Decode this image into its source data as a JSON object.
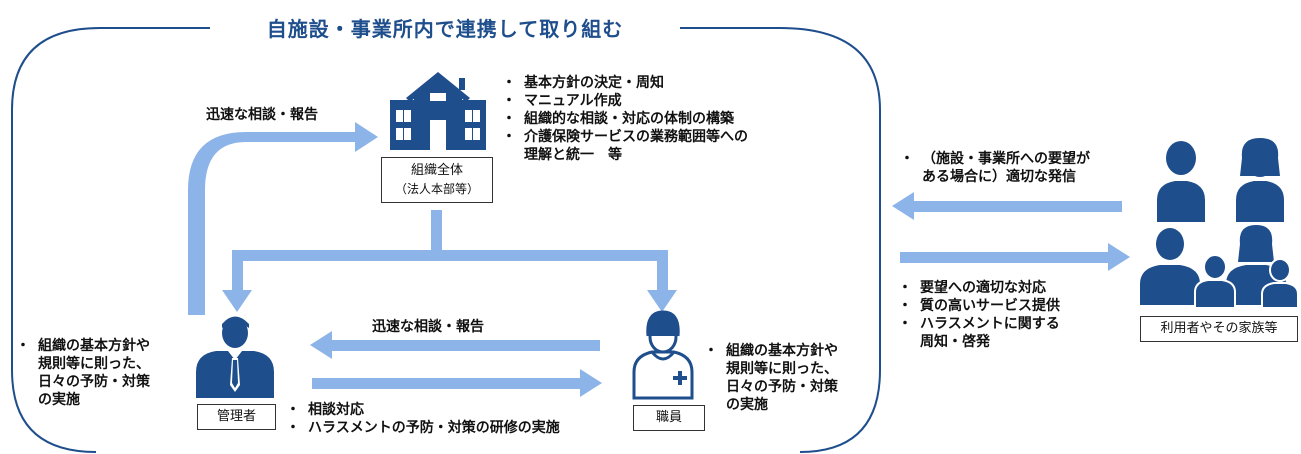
{
  "title": "自施設・事業所内で連携して取り組む",
  "org": {
    "label_line1": "組織全体",
    "label_line2": "（法人本部等）",
    "icon": "building-icon",
    "bullets": [
      "基本方針の決定・周知",
      "マニュアル作成",
      "組織的な相談・対応の体制の構築",
      "介護保険サービスの業務範囲等への",
      "理解と統一　等"
    ]
  },
  "manager": {
    "label": "管理者",
    "icon": "manager-person-icon",
    "bullets": [
      "組織の基本方針や",
      "規則等に則った、",
      "日々の予防・対策",
      "の実施"
    ],
    "bottom_bullets": [
      "相談対応",
      "ハラスメントの予防・対策の研修の実施"
    ]
  },
  "staff": {
    "label": "職員",
    "icon": "staff-nurse-icon",
    "bullets": [
      "組織の基本方針や",
      "規則等に則った、",
      "日々の予防・対策",
      "の実施"
    ]
  },
  "arrows": {
    "report_top": "迅速な相談・報告",
    "report_middle": "迅速な相談・報告"
  },
  "users": {
    "label": "利用者やその家族等",
    "icon": "users-family-icon",
    "outgoing_bullets": [
      "（施設・事業所への要望が",
      "ある場合に）適切な発信"
    ],
    "incoming_bullets": [
      "要望への適切な対応",
      "質の高いサービス提供",
      "ハラスメントに関する",
      "周知・啓発"
    ]
  },
  "colors": {
    "navy": "#1f4e8c",
    "arrow": "#8db4e8"
  }
}
